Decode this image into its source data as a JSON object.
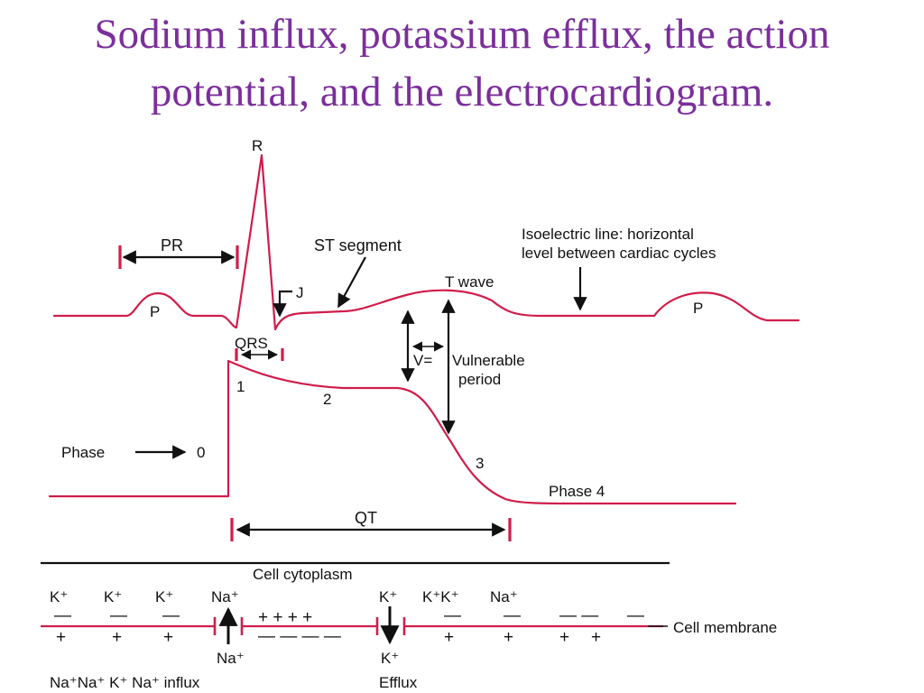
{
  "title": {
    "line1": "Sodium influx, potassium efflux, the action",
    "line2": "potential, and the electrocardiogram."
  },
  "ecg": {
    "r_label": "R",
    "pr_label": "PR",
    "st_label": "ST segment",
    "iso_label_line1": "Isoelectric line: horizontal",
    "iso_label_line2": "level between cardiac cycles",
    "j_label": "J",
    "t_wave_label": "T wave",
    "p_label_left": "P",
    "p_label_right": "P",
    "qrs_label": "QRS"
  },
  "action_potential": {
    "v_label": "V=",
    "vulnerable_line1": "Vulnerable",
    "vulnerable_line2": "period",
    "phase_word": "Phase",
    "phase0": "0",
    "phase1": "1",
    "phase2": "2",
    "phase3": "3",
    "phase4": "Phase 4",
    "qt_label": "QT"
  },
  "membrane": {
    "cytoplasm_label": "Cell cytoplasm",
    "membrane_label": "Cell membrane",
    "top_ions": {
      "k1": "K⁺",
      "k2": "K⁺",
      "k3": "K⁺",
      "na1": "Na⁺",
      "k4": "K⁺",
      "k5": "K⁺K⁺",
      "na2": "Na⁺"
    },
    "signs": {
      "minus": "—",
      "plus": "+",
      "plus_row": "+  +  +  +",
      "minus_row": "—  —  —  —",
      "minus_pair": "—  —"
    },
    "na_in_label": "Na⁺",
    "k_out_label": "K⁺",
    "bottom_left": "Na⁺Na⁺ K⁺ Na⁺ influx",
    "efflux_label": "Efflux"
  },
  "colors": {
    "title": "#7b2f9b",
    "trace": "#d01d4a",
    "text": "#111111"
  }
}
